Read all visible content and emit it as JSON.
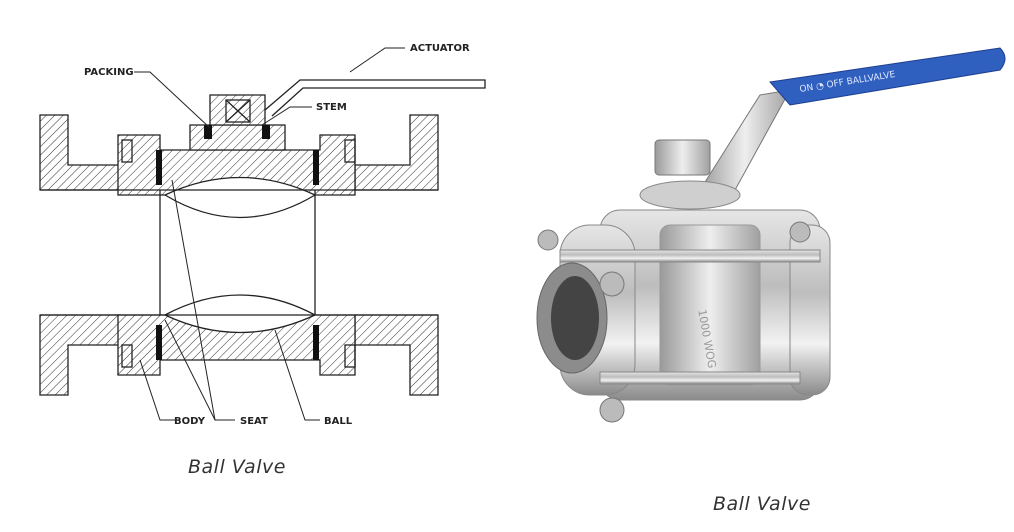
{
  "diagram": {
    "labels": {
      "packing": "PACKING",
      "actuator": "ACTUATOR",
      "stem": "STEM",
      "body": "BODY",
      "seat": "SEAT",
      "ball": "BALL"
    },
    "caption": "Ball Valve"
  },
  "photo": {
    "handle_text": "ON OFF BALLVALVE",
    "body_text": "1000 WOG",
    "handle_color": "#2f5fbf",
    "caption": "Ball Valve"
  }
}
